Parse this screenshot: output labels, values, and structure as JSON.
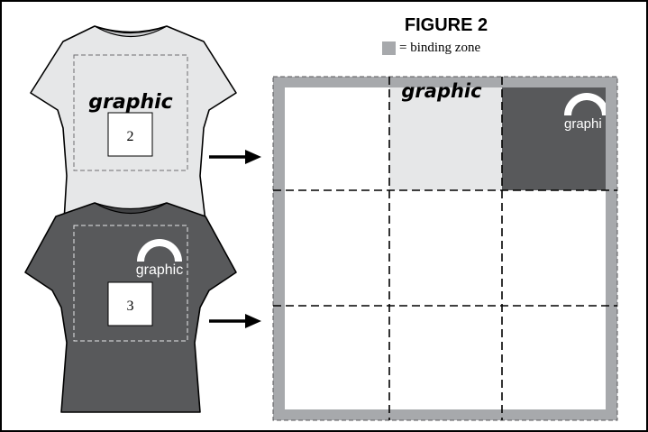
{
  "figure": {
    "title": "FIGURE 2",
    "legend_text": "= binding zone",
    "colors": {
      "binding_zone": "#a7a9ac",
      "light_shirt": "#e6e7e8",
      "dark_shirt": "#58595b",
      "outline": "#000000"
    }
  },
  "shirts": [
    {
      "graphic_text": "graphic",
      "panel_number": "2",
      "graphic_style": "script"
    },
    {
      "graphic_text": "graphic",
      "panel_number": "3",
      "graphic_style": "arc"
    }
  ],
  "grid": {
    "rows": 3,
    "cols": 3,
    "cells": [
      {
        "row": 0,
        "col": 1,
        "fill": "light",
        "graphic_text": "graphic",
        "graphic_style": "script"
      },
      {
        "row": 0,
        "col": 2,
        "fill": "dark",
        "graphic_text": "graphi",
        "graphic_style": "arc"
      }
    ]
  },
  "arrows": [
    {
      "name": "arrow-shirt-2"
    },
    {
      "name": "arrow-shirt-3"
    }
  ]
}
